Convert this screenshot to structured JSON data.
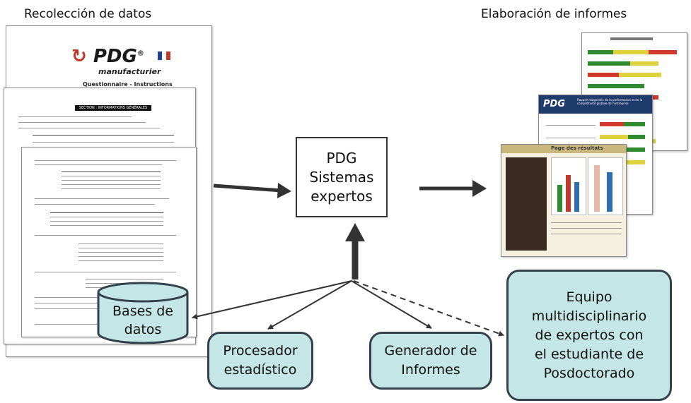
{
  "headings": {
    "left": "Recolección de datos",
    "right": "Elaboración de informes"
  },
  "questionnaire": {
    "logo_text": "PDG",
    "logo_registered": "®",
    "logo_sub": "manufacturier",
    "title": "Questionnaire - Instructions",
    "section_title": "SECTION : INFORMATIONS GÉNÉRALES"
  },
  "report": {
    "logo_text": "PDG",
    "header_title": "Rapport diagnostic de la performance et de la compétitivité globale de l'entreprise",
    "tab_title": "Page des résultats"
  },
  "nodes": {
    "center": "PDG\nSistemas\nexpertos",
    "database": "Bases de\ndatos",
    "stats": "Procesador\nestadístico",
    "reports": "Generador de\nInformes",
    "team": "Equipo\nmultidisciplinario\nde expertos con\nel estudiante de\nPosdoctorado"
  },
  "colors": {
    "teal_fill": "#c4e6e6",
    "node_border": "#33414d",
    "arrow": "#333333"
  }
}
